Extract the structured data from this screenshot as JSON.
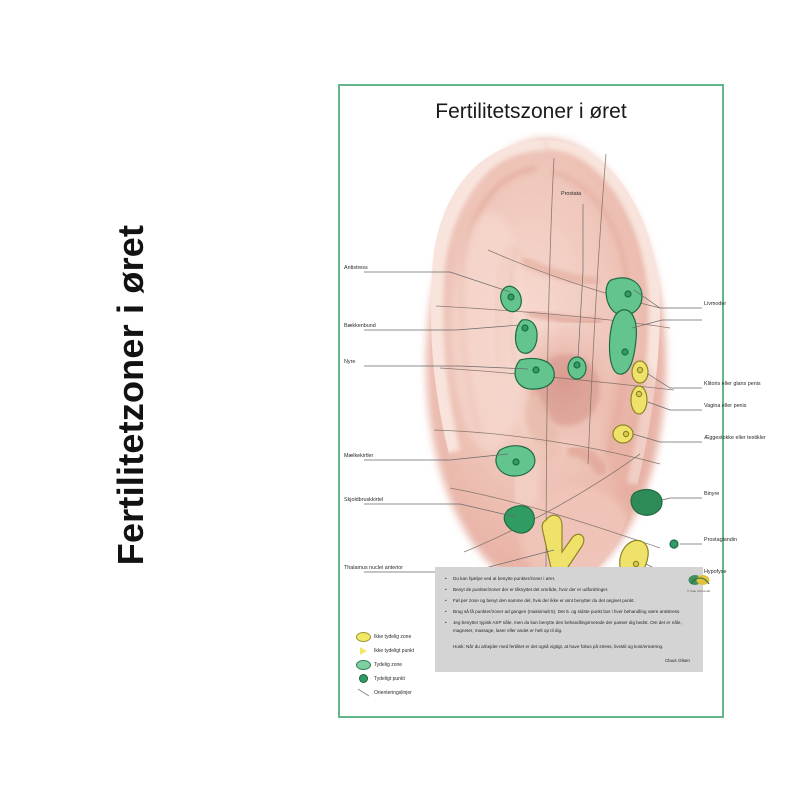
{
  "sidebar": {
    "vertical_title": "Fertilitetzoner i øret"
  },
  "poster": {
    "title": "Fertilitetszoner i øret",
    "border_color": "#63b78a",
    "background_color": "#ffffff",
    "signature": "Claus Olsen",
    "logo_caption": "© Clau Ostrumaft"
  },
  "callouts": {
    "top": [
      {
        "name": "prostata",
        "label": "Prostata"
      }
    ],
    "left": [
      {
        "name": "antistress",
        "label": "Antistress"
      },
      {
        "name": "baekkenbund",
        "label": "Bækkenbund"
      },
      {
        "name": "nyre",
        "label": "Nyre"
      },
      {
        "name": "maelkekirtler",
        "label": "Mælkekirtler"
      },
      {
        "name": "skjoldbruskkirtel",
        "label": "Skjoldbruskkirtel"
      },
      {
        "name": "thalamus",
        "label": "Thalamus nuclei anterior"
      }
    ],
    "right": [
      {
        "name": "livmoder",
        "label": "Livmoder"
      },
      {
        "name": "klitoris",
        "label": "Klitoris eller glans penis"
      },
      {
        "name": "vagina",
        "label": "Vagina eller penis"
      },
      {
        "name": "aeggestokke",
        "label": "Æggestokke eller testikler"
      },
      {
        "name": "binyre",
        "label": "Binyre"
      },
      {
        "name": "prostaglandin",
        "label": "Prostaglandin"
      },
      {
        "name": "hypofyse",
        "label": "Hypofyse"
      }
    ]
  },
  "advice": {
    "bullets": [
      "Du kan hjælpe ved at benytte punkter/zoner i øret.",
      "Benyt de punkter/zoner der er tilknyttet det område, hvor der er udfordringer.",
      "Føl per zone og benyt den samme del, hvis der ikke er ømt benytter du det angivet punkt.",
      "Brug så få punkter/zoner ad gangen (maksimalt 5). Det 5. og sidste punkt bør i hver behandling være antistress.",
      "Jeg benytter typisk ASP nåle, men du kan benytte den behandlingsmetode der passer dig bedst. Om det er nåle, magneter, massage, laser eller andet er helt op til dig."
    ],
    "note": "Husk: Når du arbejder med fertilitet er det også vigtigt, at have fokus på stress, livsstil og kost/ernæring.",
    "signature": "Claus Olsen"
  },
  "legend": {
    "items": [
      {
        "name": "legend-unclear-zone",
        "label": "Ikke tydelig zone",
        "swatch": "zone-yellow",
        "color": "#f2e765"
      },
      {
        "name": "legend-unclear-point",
        "label": "Ikke tydeligt punkt",
        "swatch": "point-yellow",
        "color": "#f2e765"
      },
      {
        "name": "legend-clear-zone",
        "label": "Tydelig zone",
        "swatch": "zone-green",
        "color": "#7fcfa3"
      },
      {
        "name": "legend-clear-point",
        "label": "Tydeligt punkt",
        "swatch": "point-green",
        "color": "#2f9c63"
      },
      {
        "name": "legend-guide-lines",
        "label": "Orienteringslinjer",
        "swatch": "line",
        "color": "#8a8a8a"
      }
    ]
  },
  "zones": {
    "clear_zone_color": "#63c48e",
    "clear_point_color": "#2f9c63",
    "unclear_zone_color": "#efe26a",
    "guide_line_color": "#7a6b63"
  }
}
